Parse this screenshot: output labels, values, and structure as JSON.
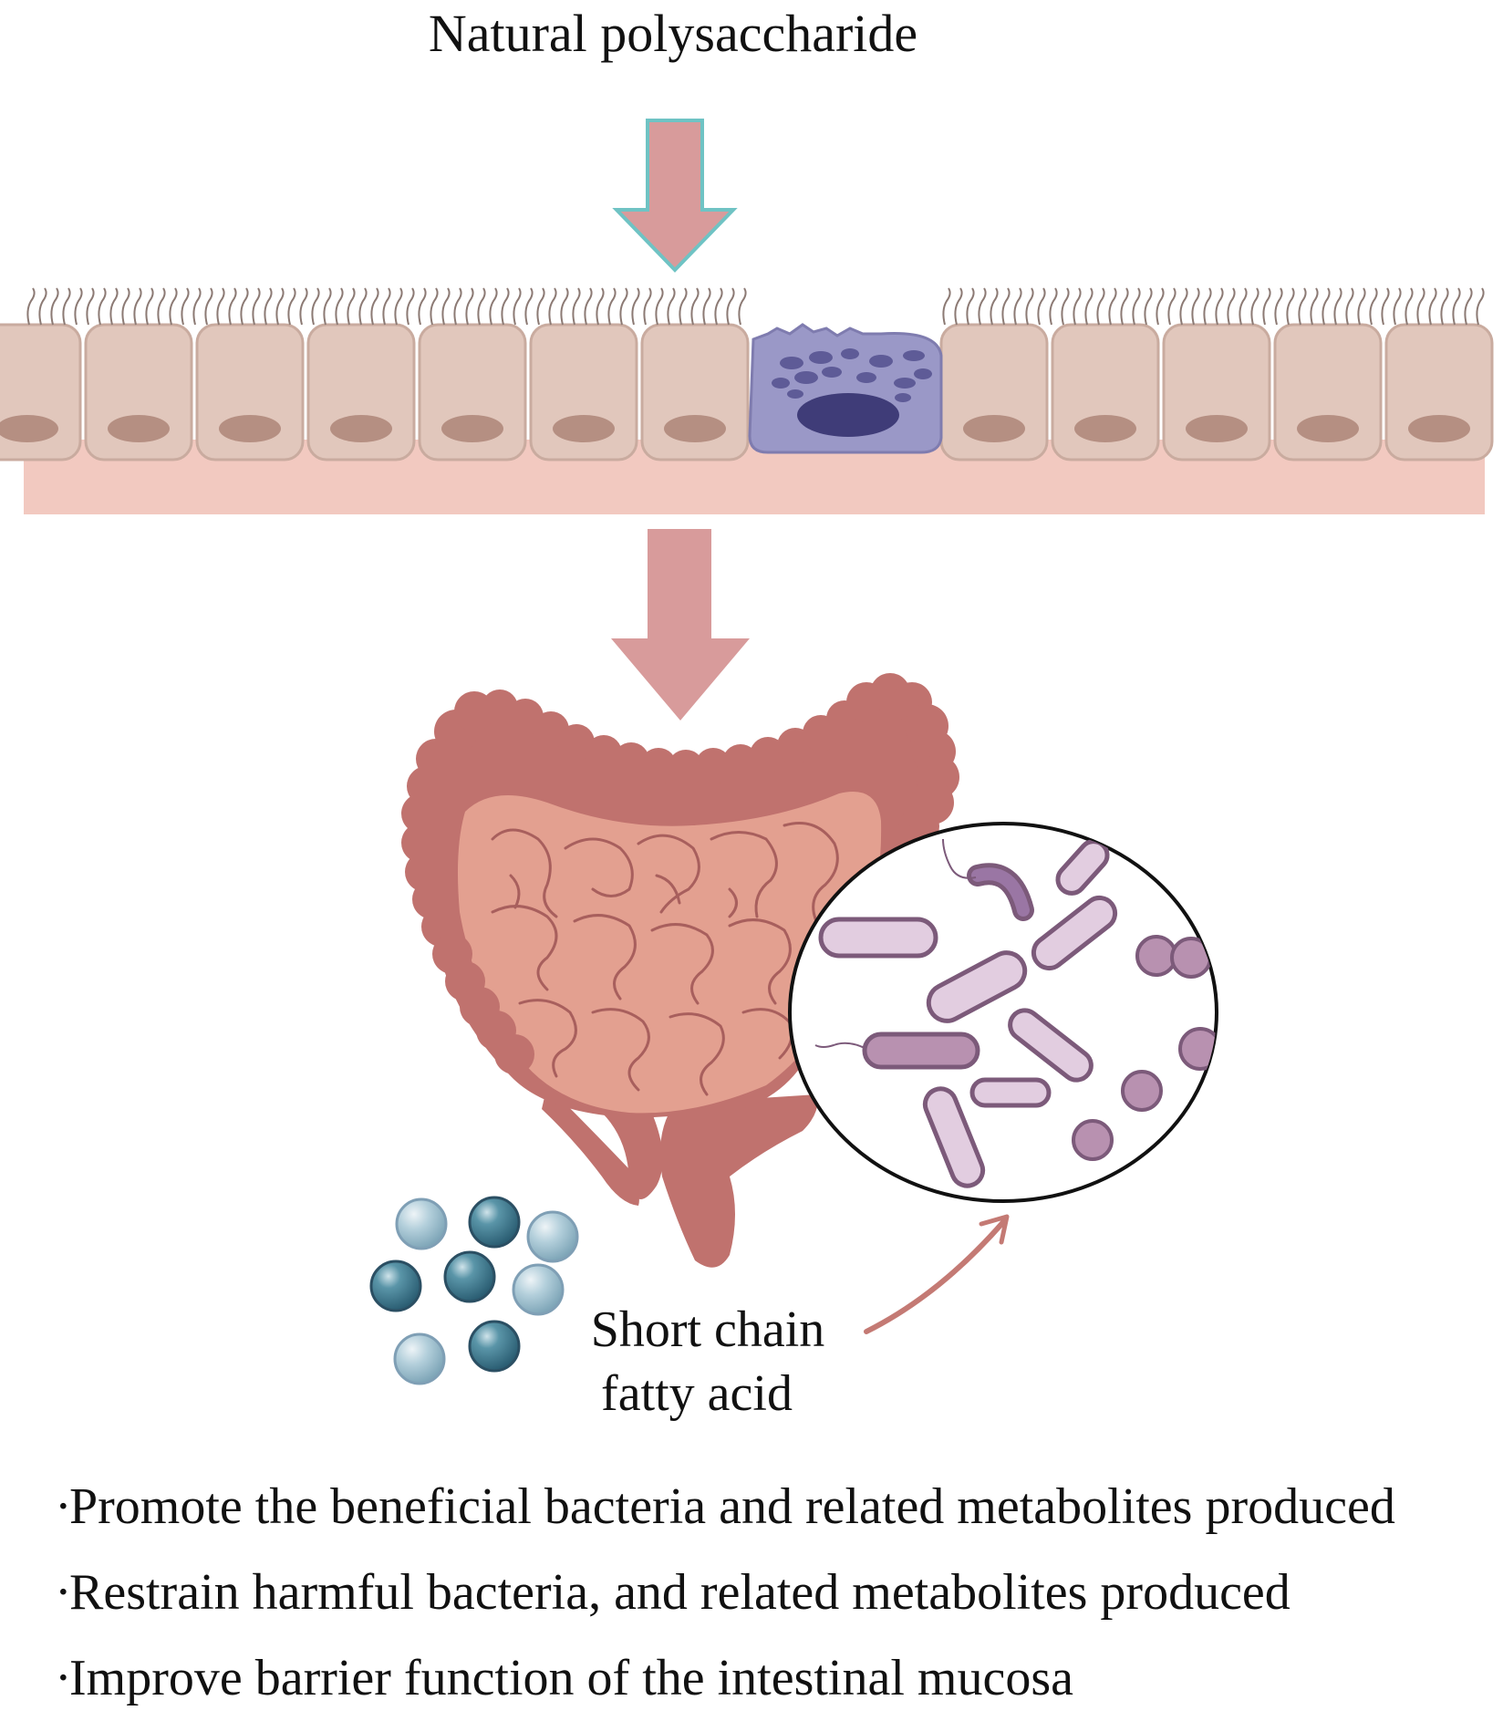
{
  "title": "Natural polysaccharide",
  "scfa_label": {
    "line1": "Short chain",
    "line2": "fatty acid"
  },
  "bullet_marker": "·",
  "effects": [
    "Promote the beneficial bacteria and related metabolites produced",
    "Restrain harmful bacteria, and related metabolites produced",
    "Improve barrier function of the intestinal mucosa"
  ],
  "colors": {
    "epithelial_cell": "#e1c7bc",
    "cell_nucleus": "#b58f82",
    "goblet_cell": "#9a98c7",
    "basement_layer": "#f2c9c0",
    "arrow": "#d89b9b",
    "arrow_outline": "#6fc3c4",
    "intestine": "#e3a090",
    "colon": "#c0726e",
    "bacteria_light": "#e2cde0",
    "bacteria_dark": "#b891b0",
    "scfa_dark": "#3f7d93",
    "scfa_light": "#a5c5d3"
  },
  "icons": [
    "down-arrow-icon",
    "epithelium-icon",
    "intestine-icon",
    "magnifier-circle-icon",
    "bacteria-icon",
    "scfa-molecule-icon",
    "curved-arrow-icon"
  ]
}
